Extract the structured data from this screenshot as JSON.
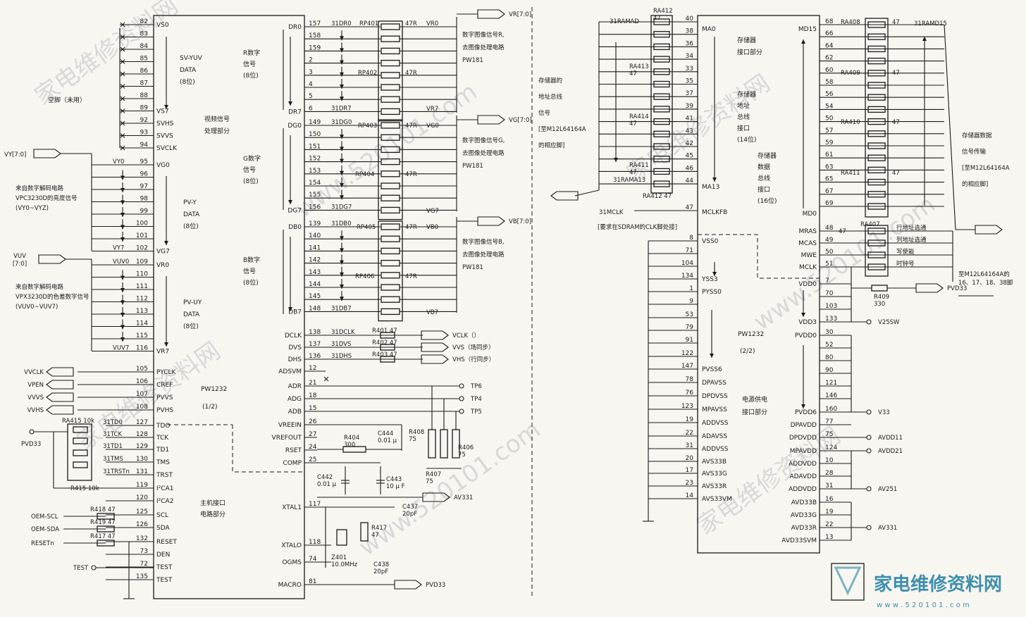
{
  "diagram": {
    "left": {
      "chip_name": "PW1232",
      "chip_part": "(1/2)",
      "section_video": [
        "视频信号",
        "处理部分"
      ],
      "section_host": [
        "主机接口",
        "电路部分"
      ],
      "unused_note": "空脚（未用）",
      "sv_group": [
        "SV-YUV",
        "DATA",
        "(8位)"
      ],
      "pvy_group": [
        "PV-Y",
        "DATA",
        "(8位)"
      ],
      "pvuv_group": [
        "PV-UY",
        "DATA",
        "(8位)"
      ],
      "vy_bus": "VY[7:0]",
      "vuv_bus": [
        "VUV",
        "[7:0]"
      ],
      "y_source": [
        "来自数字解码电路",
        "VPC3230D的亮度信号",
        "(VY0~VYZ)"
      ],
      "uv_source": [
        "来自数字解码电路",
        "VPX3230D的色差数字信号",
        "(VUV0~VUV7)"
      ],
      "sv_pins": [
        {
          "num": "82",
          "name": "VS0"
        },
        {
          "num": "83",
          "name": ""
        },
        {
          "num": "84",
          "name": ""
        },
        {
          "num": "85",
          "name": ""
        },
        {
          "num": "86",
          "name": ""
        },
        {
          "num": "87",
          "name": ""
        },
        {
          "num": "88",
          "name": ""
        },
        {
          "num": "89",
          "name": "VS7"
        },
        {
          "num": "92",
          "name": "SVHS"
        },
        {
          "num": "93",
          "name": "SVVS"
        },
        {
          "num": "94",
          "name": "SVCLK"
        }
      ],
      "vy_pins": [
        {
          "net": "VY0",
          "num": "95",
          "name": "VG0"
        },
        {
          "net": "",
          "num": "96",
          "name": ""
        },
        {
          "net": "",
          "num": "97",
          "name": ""
        },
        {
          "net": "",
          "num": "98",
          "name": ""
        },
        {
          "net": "",
          "num": "99",
          "name": ""
        },
        {
          "net": "",
          "num": "100",
          "name": ""
        },
        {
          "net": "",
          "num": "101",
          "name": ""
        },
        {
          "net": "VY7",
          "num": "102",
          "name": "VG7"
        }
      ],
      "vuv_pins": [
        {
          "net": "VUV0",
          "num": "109",
          "name": "VR0"
        },
        {
          "net": "",
          "num": "110",
          "name": ""
        },
        {
          "net": "",
          "num": "111",
          "name": ""
        },
        {
          "net": "",
          "num": "112",
          "name": ""
        },
        {
          "net": "",
          "num": "113",
          "name": ""
        },
        {
          "net": "",
          "num": "114",
          "name": ""
        },
        {
          "net": "",
          "num": "115",
          "name": ""
        },
        {
          "net": "VUV7",
          "num": "116",
          "name": "VR7"
        }
      ],
      "ctrl_pins": [
        {
          "net": "VVCLK",
          "num": "105",
          "name": "PYCLK"
        },
        {
          "net": "VPEN",
          "num": "106",
          "name": "CREF"
        },
        {
          "net": "VVVS",
          "num": "107",
          "name": "PVVS"
        },
        {
          "net": "VVHS",
          "num": "108",
          "name": "PVHS"
        }
      ],
      "jtag_pins": [
        {
          "net": "31TD0",
          "num": "127",
          "name": "TDO"
        },
        {
          "net": "31TCK",
          "num": "128",
          "name": "TCK"
        },
        {
          "net": "31TD1",
          "num": "129",
          "name": "TD1"
        },
        {
          "net": "31TMS",
          "num": "130",
          "name": "TMS"
        },
        {
          "net": "31TRSTn",
          "num": "131",
          "name": "TRST"
        },
        {
          "net": "",
          "num": "119",
          "name": "I²CA1"
        },
        {
          "net": "",
          "num": "120",
          "name": "I²CA2"
        },
        {
          "net": "",
          "num": "125",
          "name": "SCL"
        },
        {
          "net": "",
          "num": "126",
          "name": "SDA"
        },
        {
          "net": "",
          "num": "132",
          "name": "RESET"
        },
        {
          "net": "",
          "num": "73",
          "name": "DEN"
        },
        {
          "net": "",
          "num": "72",
          "name": "TEST"
        },
        {
          "net": "",
          "num": "135",
          "name": "TEST"
        }
      ],
      "ra415_a": "RA415 10k",
      "ra415_b": "R415 10k",
      "pvd33": "PVD33",
      "oem_scl": "OEM-SCL",
      "oem_sda": "OEM-SDA",
      "resetn": "RESETn",
      "test": "TEST",
      "r418": "R418 47",
      "r419": "R419 47",
      "r417": "R417 47",
      "r_pins": [
        {
          "num": "157",
          "name": "DR0",
          "net": "31DR0"
        },
        {
          "num": "158",
          "name": "",
          "net": ""
        },
        {
          "num": "159",
          "name": "",
          "net": ""
        },
        {
          "num": "2",
          "name": "",
          "net": ""
        },
        {
          "num": "3",
          "name": "",
          "net": ""
        },
        {
          "num": "4",
          "name": "",
          "net": ""
        },
        {
          "num": "5",
          "name": "",
          "net": ""
        },
        {
          "num": "6",
          "name": "DR7",
          "net": "31DR7"
        }
      ],
      "g_pins": [
        {
          "num": "149",
          "name": "DG0",
          "net": "31DG0"
        },
        {
          "num": "150",
          "name": "",
          "net": ""
        },
        {
          "num": "151",
          "name": "",
          "net": ""
        },
        {
          "num": "152",
          "name": "",
          "net": ""
        },
        {
          "num": "153",
          "name": "",
          "net": ""
        },
        {
          "num": "154",
          "name": "",
          "net": ""
        },
        {
          "num": "155",
          "name": "",
          "net": ""
        },
        {
          "num": "156",
          "name": "DG7",
          "net": "31DG7"
        }
      ],
      "b_pins": [
        {
          "num": "139",
          "name": "DB0",
          "net": "31DB0"
        },
        {
          "num": "140",
          "name": "",
          "net": ""
        },
        {
          "num": "141",
          "name": "",
          "net": ""
        },
        {
          "num": "142",
          "name": "",
          "net": ""
        },
        {
          "num": "143",
          "name": "",
          "net": ""
        },
        {
          "num": "144",
          "name": "",
          "net": ""
        },
        {
          "num": "145",
          "name": "",
          "net": ""
        },
        {
          "num": "148",
          "name": "DB7",
          "net": "31DB7"
        }
      ],
      "r_label": [
        "R数字",
        "信号",
        "(8位)"
      ],
      "g_label": [
        "G数字",
        "信号",
        "(8位)"
      ],
      "b_label": [
        "B数字",
        "信号",
        "(8位)"
      ],
      "rp401": "RP401",
      "rp402": "RP402",
      "rp403": "RP403",
      "rp404": "RP404",
      "rp405": "RP405",
      "rp406": "RP406",
      "r47": "47R",
      "vr_bus": "VR[7:0]",
      "vg_bus": "VG[7:0]",
      "vb_bus": "VB[7:0]",
      "vr_note": [
        "数字图像信号R,",
        "去图像处理电路",
        "PW181"
      ],
      "vg_note": [
        "数字图像信号G,",
        "去图像处理电路",
        "PW181"
      ],
      "vb_note": [
        "数字图像信号B,",
        "去图像处理电路",
        "PW181"
      ],
      "vr0": "VR0",
      "vr7": "VR7",
      "vg0": "VG0",
      "vg7": "VG7",
      "vb0": "VB0",
      "vb7": "VB7",
      "sync_pins": [
        {
          "num": "138",
          "name": "DCLK",
          "net": "31DCLK",
          "res": "R401 47",
          "out": "VCLK（）"
        },
        {
          "num": "137",
          "name": "DVS",
          "net": "31DVS",
          "res": "R402 47",
          "out": "VVS（场同步）"
        },
        {
          "num": "136",
          "name": "DHS",
          "net": "31DHS",
          "res": "R403 47",
          "out": "VHS（行同步）"
        }
      ],
      "analog_pins": [
        {
          "num": "12",
          "name": "ADSVM"
        },
        {
          "num": "21",
          "name": "ADR"
        },
        {
          "num": "18",
          "name": "ADG"
        },
        {
          "num": "15",
          "name": "ADB"
        },
        {
          "num": "26",
          "name": "VREEIN"
        },
        {
          "num": "27",
          "name": "VREFOUT"
        },
        {
          "num": "24",
          "name": "RSET"
        },
        {
          "num": "25",
          "name": "COMP"
        }
      ],
      "tp6": "TP6",
      "tp4": "TP4",
      "tp5": "TP5",
      "r404": [
        "R404",
        "300"
      ],
      "c444": [
        "C444",
        "0.01 μ"
      ],
      "r408": [
        "R408",
        "75"
      ],
      "r406": [
        "R406",
        "75"
      ],
      "r407": [
        "R407",
        "75"
      ],
      "c442": [
        "C442",
        "0.01 μ"
      ],
      "c443": [
        "C443",
        "10 μ F"
      ],
      "av331": "AV331",
      "xtal_pins": [
        {
          "num": "117",
          "name": "XTAL1"
        },
        {
          "num": "118",
          "name": "XTALO"
        },
        {
          "num": "74",
          "name": "OGMS"
        },
        {
          "num": "81",
          "name": "MACRO"
        }
      ],
      "c437": [
        "C437",
        "20pF"
      ],
      "r417b": [
        "R417",
        "47"
      ],
      "z401": [
        "Z401",
        "10.0MHz"
      ],
      "c438": [
        "C438",
        "20pF"
      ],
      "pvd33b": "PVD33"
    },
    "right": {
      "chip_name": "PW1232",
      "chip_part": "(2/2)",
      "mem_section": [
        "存储器",
        "接口部分"
      ],
      "addr_bus": [
        "存储器",
        "地址",
        "总线",
        "接口",
        "(14位)"
      ],
      "data_bus": [
        "存储器",
        "数据",
        "总线",
        "接口",
        "(16位)"
      ],
      "power_section": [
        "电源供电",
        "接口部分"
      ],
      "addr_note": [
        "存储器的",
        "地址总线",
        "信号",
        "[至M12L64164A",
        "的相应脚]"
      ],
      "data_note": [
        "存储器数据",
        "信号传输",
        "[至M12L64164A",
        "的相应脚]"
      ],
      "addr_pins": [
        "40",
        "38",
        "36",
        "34",
        "33",
        "35",
        "37",
        "39",
        "41",
        "43",
        "42",
        "45",
        "46",
        "44"
      ],
      "ma0": "MA0",
      "ma13": "MA13",
      "ramad0": "31RAMAD",
      "ramad13": "31RAMA13",
      "ra412": [
        "RA412",
        "47"
      ],
      "ra413": [
        "RA413",
        "47"
      ],
      "ra414": [
        "RA414",
        "47"
      ],
      "ra411": [
        "RA411",
        "47"
      ],
      "ra412b": "RA412 47",
      "mclk": {
        "num": "47",
        "name": "MCLKFB",
        "net": "31MCLK",
        "note": "[要求在SDRAM的CLK脚处接]"
      },
      "data_pins": [
        "68",
        "66",
        "64",
        "62",
        "60",
        "58",
        "56",
        "54",
        "50",
        "57",
        "59",
        "61",
        "63",
        "65",
        "67",
        "69"
      ],
      "md15": "MD15",
      "md0": "MD0",
      "ramd15": "31RAMD15",
      "ra408": "RA408",
      "ra409": "RA409",
      "ra410": "RA410",
      "ra411b": "RA411",
      "ra407": "RA407",
      "r47": "47",
      "ctrl_pins": [
        {
          "num": "48",
          "name": "MRAS",
          "net": "行地址选通"
        },
        {
          "num": "49",
          "name": "MCAS",
          "net": "列地址选通"
        },
        {
          "num": "50",
          "name": "MWE",
          "net": "写使能"
        },
        {
          "num": "51",
          "name": "MCLK",
          "net": "时钟号"
        }
      ],
      "ctrl_note": [
        "至M12L64164A的",
        "16、17、18、38脚"
      ],
      "r409": [
        "R409",
        "330"
      ],
      "pvd33": "PVD33",
      "vss_pins": [
        {
          "num": "8",
          "name": "VSS0"
        },
        {
          "num": "71",
          "name": ""
        },
        {
          "num": "104",
          "name": ""
        },
        {
          "num": "134",
          "name": "YSS3"
        },
        {
          "num": "1",
          "name": "PYSS0"
        },
        {
          "num": "9",
          "name": ""
        },
        {
          "num": "53",
          "name": ""
        },
        {
          "num": "79",
          "name": ""
        },
        {
          "num": "91",
          "name": ""
        },
        {
          "num": "122",
          "name": ""
        },
        {
          "num": "147",
          "name": "PVSS6"
        },
        {
          "num": "78",
          "name": "DPAVSS"
        },
        {
          "num": "76",
          "name": "DPDVSS"
        },
        {
          "num": "123",
          "name": "MPAVSS"
        },
        {
          "num": "19",
          "name": "ADDVSS"
        },
        {
          "num": "22",
          "name": "ADAVSS"
        },
        {
          "num": "31",
          "name": "ADDVSS"
        },
        {
          "num": "20",
          "name": "AVS33B"
        },
        {
          "num": "17",
          "name": "AVS33G"
        },
        {
          "num": "23",
          "name": "AVS33R"
        },
        {
          "num": "14",
          "name": "AVS33VM"
        }
      ],
      "vdd_pins": [
        {
          "num": "7",
          "name": "VDD0",
          "out": ""
        },
        {
          "num": "70",
          "name": "",
          "out": ""
        },
        {
          "num": "103",
          "name": "",
          "out": ""
        },
        {
          "num": "133",
          "name": "VDD3",
          "out": "V25SW"
        },
        {
          "num": "30",
          "name": "PVDD0",
          "out": ""
        },
        {
          "num": "52",
          "name": "",
          "out": ""
        },
        {
          "num": "80",
          "name": "",
          "out": ""
        },
        {
          "num": "90",
          "name": "",
          "out": ""
        },
        {
          "num": "121",
          "name": "",
          "out": ""
        },
        {
          "num": "146",
          "name": "",
          "out": ""
        },
        {
          "num": "160",
          "name": "PVDD6",
          "out": "V33"
        },
        {
          "num": "77",
          "name": "DPAVDD",
          "out": ""
        },
        {
          "num": "75",
          "name": "DPDVDD",
          "out": "AVDD11"
        },
        {
          "num": "124",
          "name": "MPAVDD",
          "out": "AVDD21"
        },
        {
          "num": "10",
          "name": "ADDVDD",
          "out": ""
        },
        {
          "num": "28",
          "name": "ADAVDD",
          "out": ""
        },
        {
          "num": "31",
          "name": "ADDVDD",
          "out": "AV251"
        },
        {
          "num": "16",
          "name": "AVD33B",
          "out": ""
        },
        {
          "num": "19",
          "name": "AVD33G",
          "out": ""
        },
        {
          "num": "22",
          "name": "AVD33R",
          "out": "AV331"
        },
        {
          "num": "13",
          "name": "AVD33SVM",
          "out": ""
        }
      ]
    },
    "logo": {
      "text": "家电维修资料网",
      "url": "w w w . 5 2 0 1 0 1 . c o m"
    },
    "watermarks": [
      "家电维修资料网",
      "www.520101.com"
    ]
  }
}
